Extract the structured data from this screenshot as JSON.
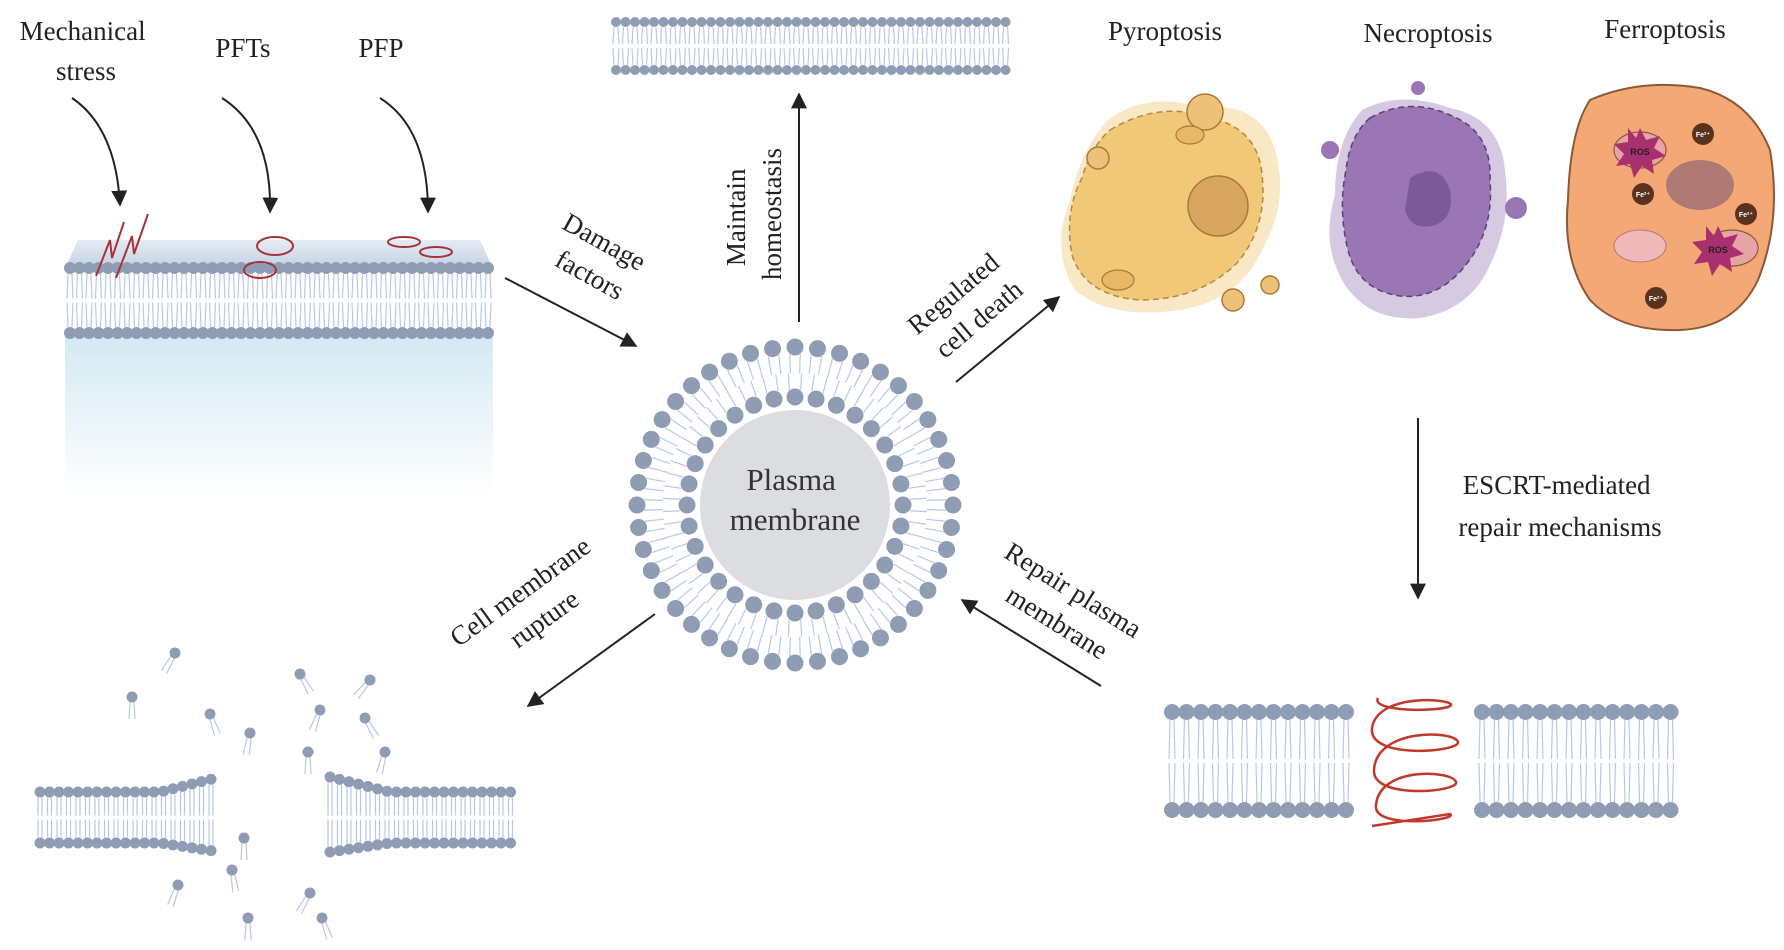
{
  "damage_sources": {
    "mechanical_stress_line1": "Mechanical",
    "mechanical_stress_line2": "stress",
    "pfts": "PFTs",
    "pfp": "PFP"
  },
  "center": {
    "line1": "Plasma",
    "line2": "membrane"
  },
  "arrows": {
    "damage_line1": "Damage",
    "damage_line2": "factors",
    "homeostasis_line1": "Maintain",
    "homeostasis_line2": "homeostasis",
    "rcd_line1": "Regulated",
    "rcd_line2": "cell death",
    "escrt_line1": "ESCRT-mediated",
    "escrt_line2": "repair mechanisms",
    "repair_line1": "Repair plasma",
    "repair_line2": "membrane",
    "rupture_line1": "Cell membrane",
    "rupture_line2": "rupture"
  },
  "cell_death": {
    "pyroptosis": "Pyroptosis",
    "necroptosis": "Necroptosis",
    "ferroptosis": "Ferroptosis",
    "ros": "ROS",
    "fe": "Fe²⁺"
  },
  "colors": {
    "lipid_head": "#8e9db4",
    "lipid_tail": "#b9c8e2",
    "arrow": "#222222",
    "damage_red": "#a8323a",
    "pyroptosis": "#f0c878",
    "necroptosis": "#9a77b4",
    "ferroptosis": "#f4a876",
    "escrt_red": "#c0392b"
  }
}
